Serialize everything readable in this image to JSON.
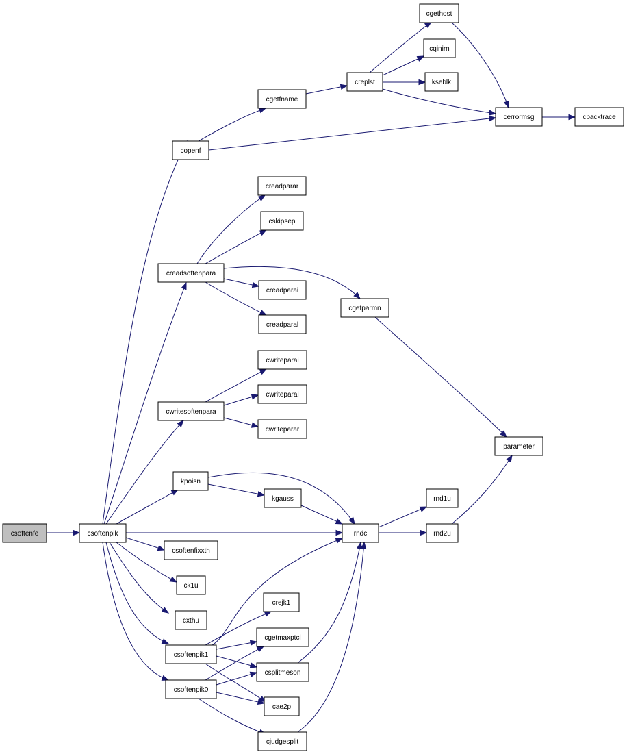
{
  "graph": {
    "edge_color": "#191970",
    "root_fill": "#bfbfbf",
    "nodes": [
      {
        "id": "csoftenfe",
        "label": "csoftenfe",
        "root": true
      },
      {
        "id": "csoftenpik",
        "label": "csoftenpik"
      },
      {
        "id": "copenf",
        "label": "copenf"
      },
      {
        "id": "creadsoftenpara",
        "label": "creadsoftenpara"
      },
      {
        "id": "cwritesoftenpara",
        "label": "cwritesoftenpara"
      },
      {
        "id": "kpoisn",
        "label": "kpoisn"
      },
      {
        "id": "rndc",
        "label": "rndc"
      },
      {
        "id": "csoftenfixxth",
        "label": "csoftenfixxth"
      },
      {
        "id": "ck1u",
        "label": "ck1u"
      },
      {
        "id": "cxthu",
        "label": "cxthu"
      },
      {
        "id": "csoftenpik1",
        "label": "csoftenpik1"
      },
      {
        "id": "csoftenpik0",
        "label": "csoftenpik0"
      },
      {
        "id": "cgetfname",
        "label": "cgetfname"
      },
      {
        "id": "cerrormsg",
        "label": "cerrormsg"
      },
      {
        "id": "creplst",
        "label": "creplst"
      },
      {
        "id": "cgethost",
        "label": "cgethost"
      },
      {
        "id": "cqinirn",
        "label": "cqinirn"
      },
      {
        "id": "kseblk",
        "label": "kseblk"
      },
      {
        "id": "cbacktrace",
        "label": "cbacktrace"
      },
      {
        "id": "creadparar",
        "label": "creadparar"
      },
      {
        "id": "cskipsep",
        "label": "cskipsep"
      },
      {
        "id": "cgetparmn",
        "label": "cgetparmn"
      },
      {
        "id": "creadparai",
        "label": "creadparai"
      },
      {
        "id": "creadparal",
        "label": "creadparal"
      },
      {
        "id": "parameter",
        "label": "parameter"
      },
      {
        "id": "cwriteparai",
        "label": "cwriteparai"
      },
      {
        "id": "cwriteparal",
        "label": "cwriteparal"
      },
      {
        "id": "cwriteparar",
        "label": "cwriteparar"
      },
      {
        "id": "kgauss",
        "label": "kgauss"
      },
      {
        "id": "rnd1u",
        "label": "rnd1u"
      },
      {
        "id": "rnd2u",
        "label": "rnd2u"
      },
      {
        "id": "crejk1",
        "label": "crejk1"
      },
      {
        "id": "cgetmaxptcl",
        "label": "cgetmaxptcl"
      },
      {
        "id": "csplitmeson",
        "label": "csplitmeson"
      },
      {
        "id": "cae2p",
        "label": "cae2p"
      },
      {
        "id": "cjudgesplit",
        "label": "cjudgesplit"
      }
    ],
    "edges": [
      {
        "from": "csoftenfe",
        "to": "csoftenpik"
      },
      {
        "from": "csoftenpik",
        "to": "copenf"
      },
      {
        "from": "csoftenpik",
        "to": "creadsoftenpara"
      },
      {
        "from": "csoftenpik",
        "to": "cwritesoftenpara"
      },
      {
        "from": "csoftenpik",
        "to": "kpoisn"
      },
      {
        "from": "csoftenpik",
        "to": "rndc"
      },
      {
        "from": "csoftenpik",
        "to": "csoftenfixxth"
      },
      {
        "from": "csoftenpik",
        "to": "ck1u"
      },
      {
        "from": "csoftenpik",
        "to": "cxthu"
      },
      {
        "from": "csoftenpik",
        "to": "csoftenpik1"
      },
      {
        "from": "csoftenpik",
        "to": "csoftenpik0"
      },
      {
        "from": "copenf",
        "to": "cgetfname"
      },
      {
        "from": "copenf",
        "to": "cerrormsg"
      },
      {
        "from": "cgetfname",
        "to": "creplst"
      },
      {
        "from": "creplst",
        "to": "cgethost"
      },
      {
        "from": "creplst",
        "to": "cqinirn"
      },
      {
        "from": "creplst",
        "to": "kseblk"
      },
      {
        "from": "creplst",
        "to": "cerrormsg"
      },
      {
        "from": "cgethost",
        "to": "cerrormsg"
      },
      {
        "from": "cerrormsg",
        "to": "cbacktrace"
      },
      {
        "from": "creadsoftenpara",
        "to": "creadparar"
      },
      {
        "from": "creadsoftenpara",
        "to": "cskipsep"
      },
      {
        "from": "creadsoftenpara",
        "to": "cgetparmn"
      },
      {
        "from": "creadsoftenpara",
        "to": "creadparai"
      },
      {
        "from": "creadsoftenpara",
        "to": "creadparal"
      },
      {
        "from": "cgetparmn",
        "to": "parameter"
      },
      {
        "from": "cwritesoftenpara",
        "to": "cwriteparai"
      },
      {
        "from": "cwritesoftenpara",
        "to": "cwriteparal"
      },
      {
        "from": "cwritesoftenpara",
        "to": "cwriteparar"
      },
      {
        "from": "kpoisn",
        "to": "kgauss"
      },
      {
        "from": "kpoisn",
        "to": "rndc"
      },
      {
        "from": "kgauss",
        "to": "rndc"
      },
      {
        "from": "rndc",
        "to": "rnd1u"
      },
      {
        "from": "rndc",
        "to": "rnd2u"
      },
      {
        "from": "rnd2u",
        "to": "parameter"
      },
      {
        "from": "csoftenpik1",
        "to": "rndc"
      },
      {
        "from": "csoftenpik1",
        "to": "crejk1"
      },
      {
        "from": "csoftenpik1",
        "to": "cgetmaxptcl"
      },
      {
        "from": "csoftenpik1",
        "to": "csplitmeson"
      },
      {
        "from": "csoftenpik1",
        "to": "cae2p"
      },
      {
        "from": "csoftenpik0",
        "to": "cgetmaxptcl"
      },
      {
        "from": "csoftenpik0",
        "to": "csplitmeson"
      },
      {
        "from": "csoftenpik0",
        "to": "cae2p"
      },
      {
        "from": "csoftenpik0",
        "to": "cjudgesplit"
      },
      {
        "from": "csplitmeson",
        "to": "rndc"
      },
      {
        "from": "cjudgesplit",
        "to": "rndc"
      }
    ]
  }
}
